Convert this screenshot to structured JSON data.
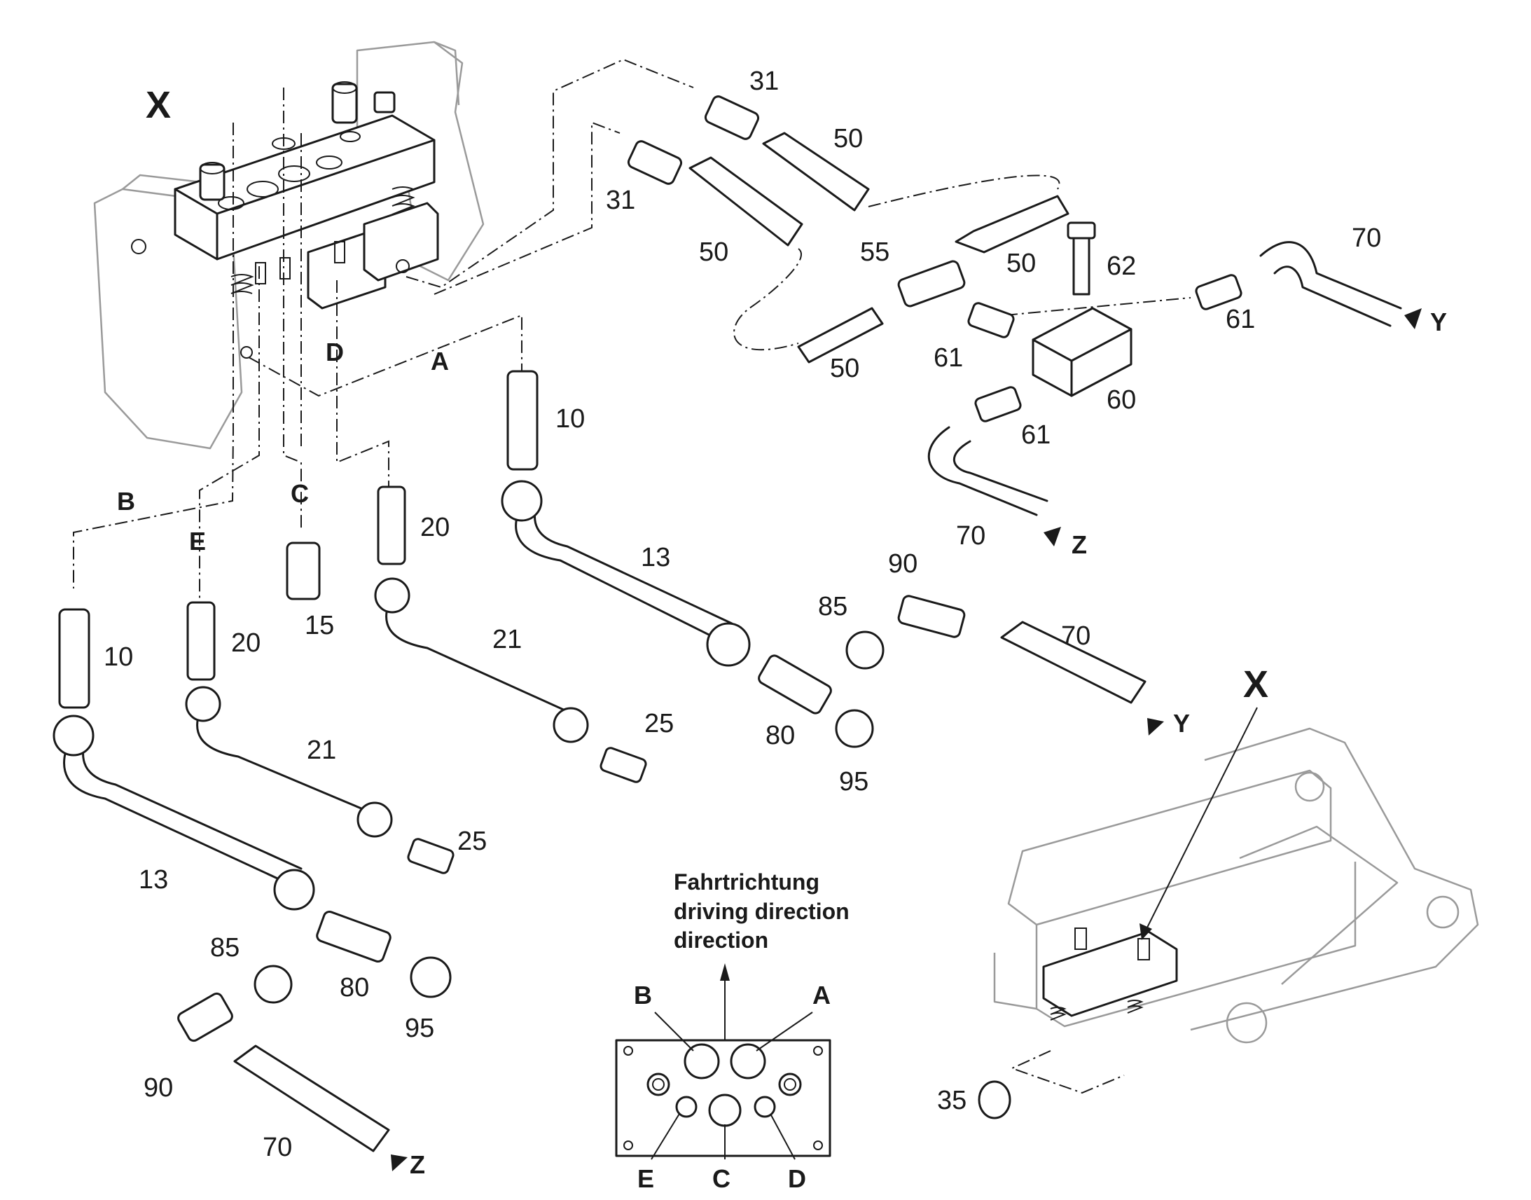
{
  "labels": {
    "view_x_top": "X",
    "view_x_bottom": "X",
    "port_a": "A",
    "port_b": "B",
    "port_c": "C",
    "port_d": "D",
    "port_e": "E",
    "plate_a": "A",
    "plate_b": "B",
    "plate_c": "C",
    "plate_d": "D",
    "plate_e": "E",
    "dir_y1": "Y",
    "dir_y2": "Y",
    "dir_z1": "Z",
    "dir_z2": "Z"
  },
  "direction_note": {
    "line1": "Fahrtrichtung",
    "line2": "driving direction",
    "line3": "direction"
  },
  "parts": {
    "p31a": "31",
    "p31b": "31",
    "p50a": "50",
    "p50b": "50",
    "p50c": "50",
    "p50d": "50",
    "p55": "55",
    "p62": "62",
    "p70a": "70",
    "p70b": "70",
    "p70c": "70",
    "p70d": "70",
    "p61a": "61",
    "p61b": "61",
    "p61c": "61",
    "p60": "60",
    "p10a": "10",
    "p10b": "10",
    "p13a": "13",
    "p13b": "13",
    "p20a": "20",
    "p20b": "20",
    "p15": "15",
    "p21a": "21",
    "p21b": "21",
    "p25a": "25",
    "p25b": "25",
    "p85a": "85",
    "p85b": "85",
    "p90a": "90",
    "p90b": "90",
    "p80a": "80",
    "p80b": "80",
    "p95a": "95",
    "p95b": "95",
    "p35": "35"
  }
}
